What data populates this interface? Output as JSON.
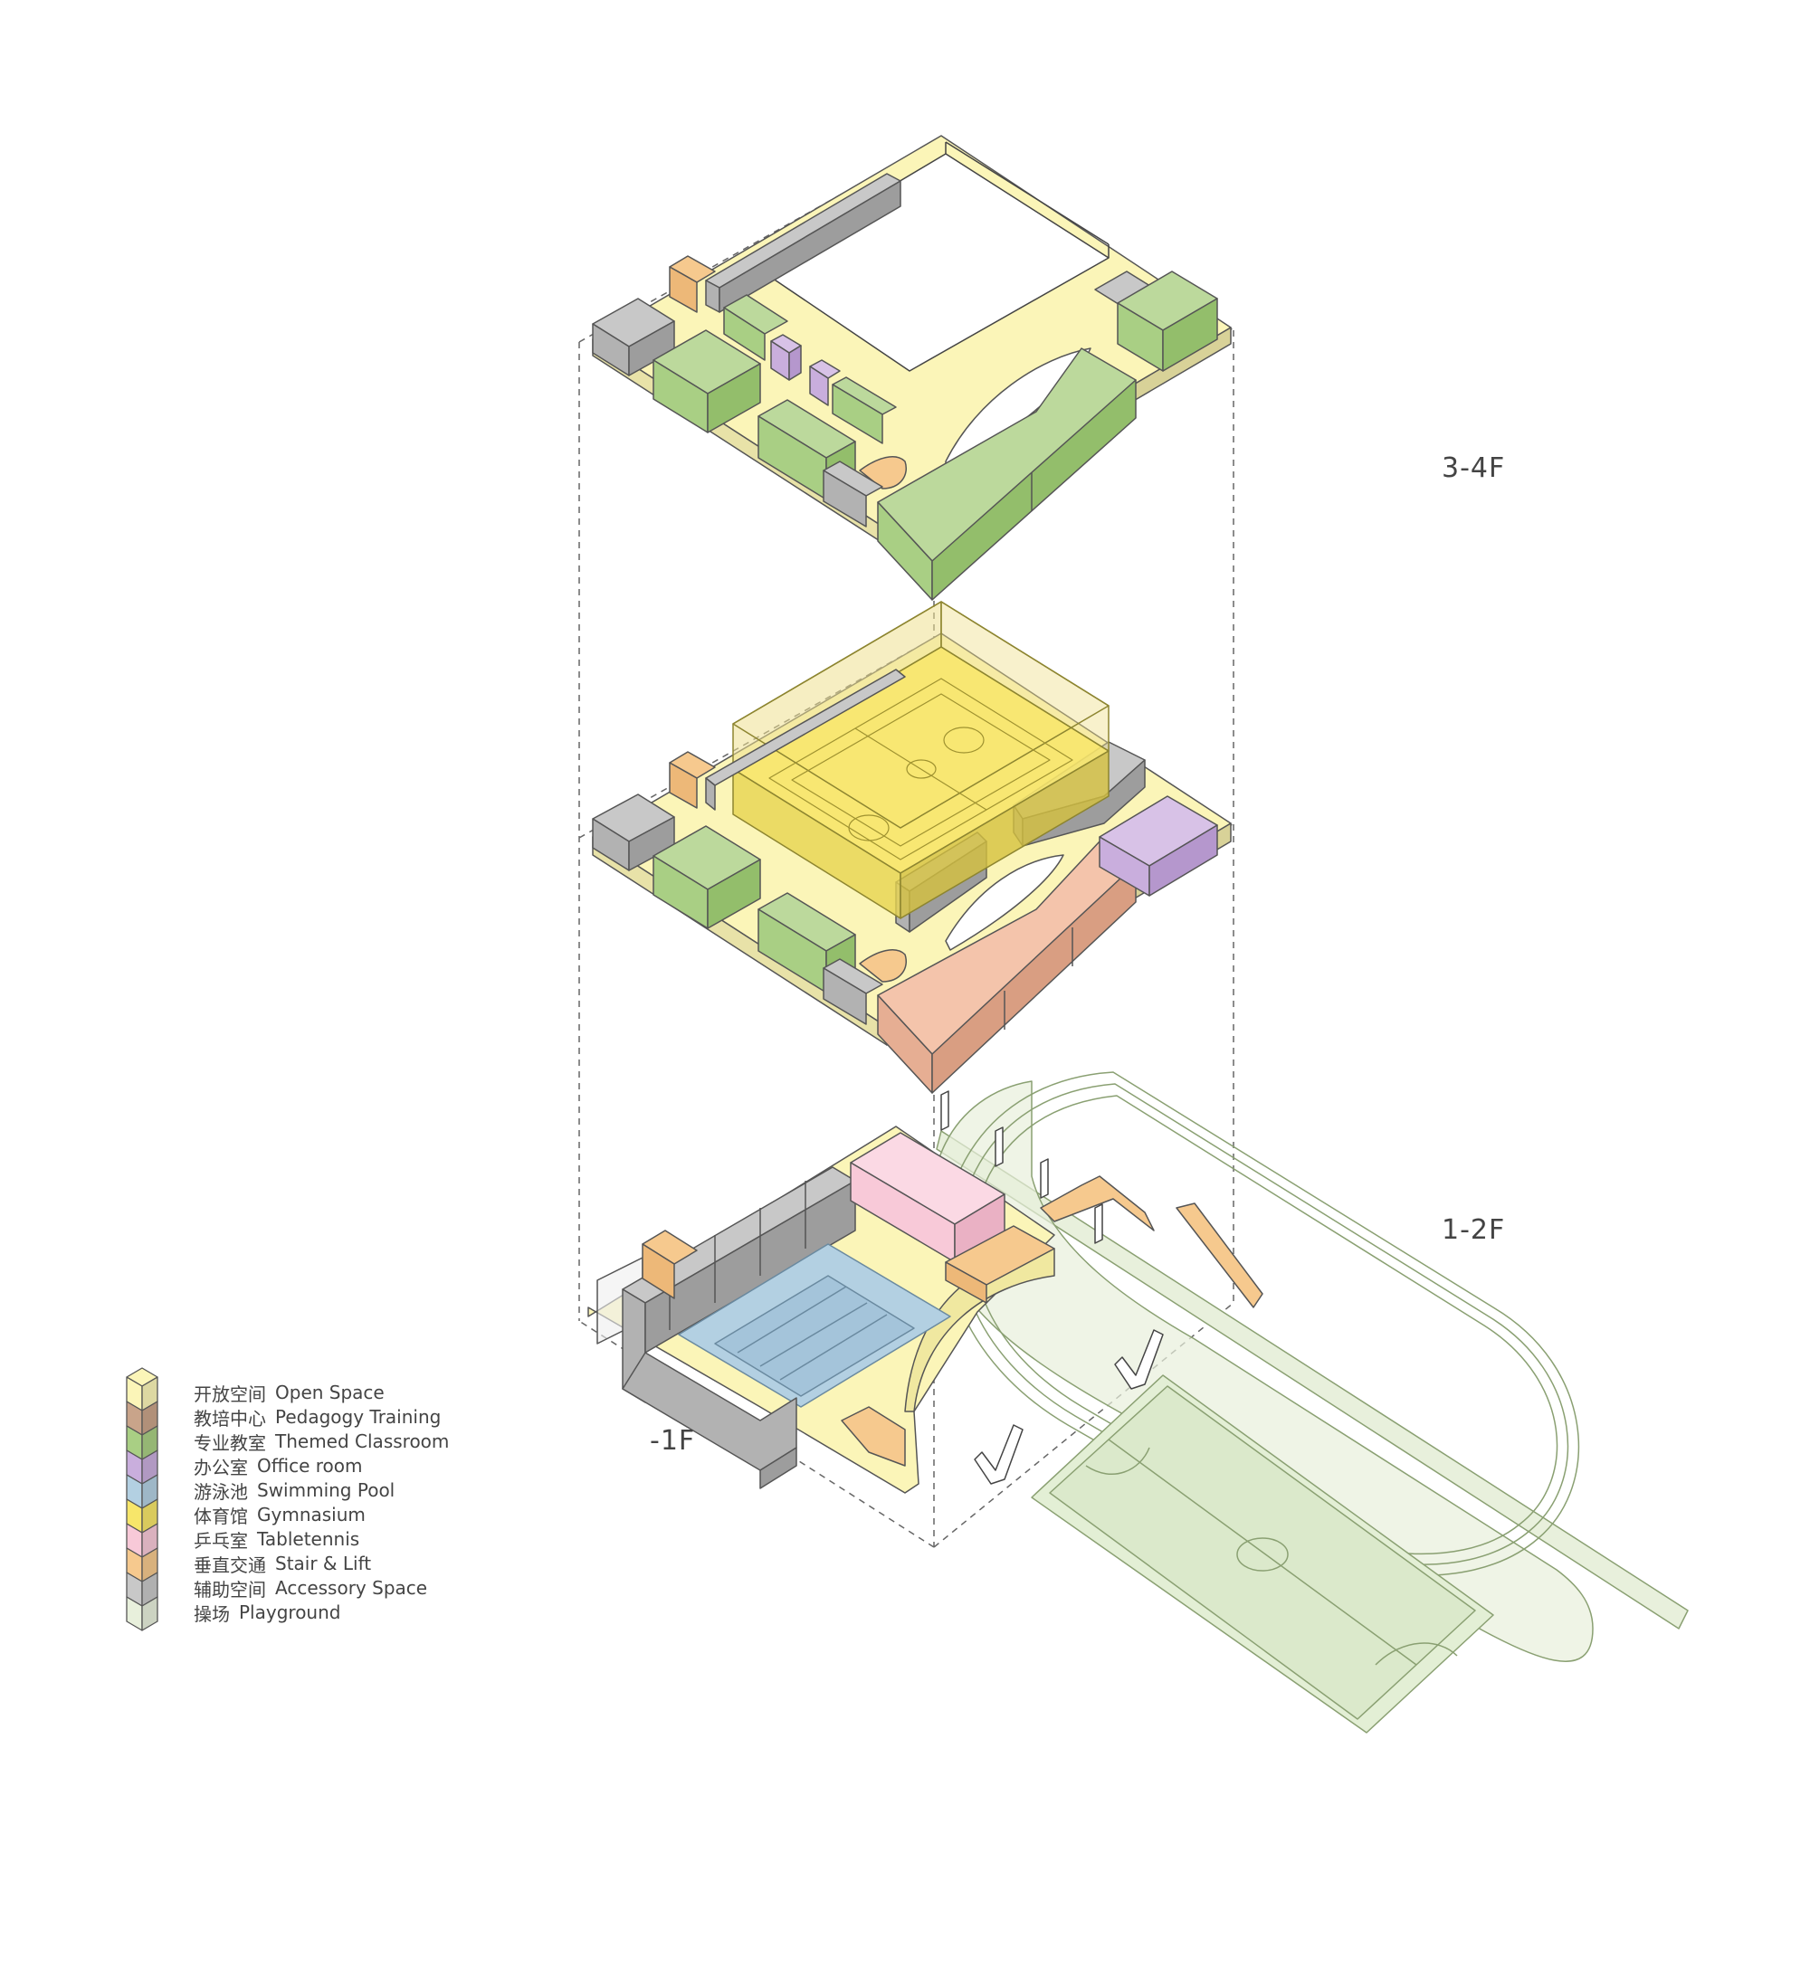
{
  "floors": {
    "top_label": "3-4F",
    "middle_label": "1-2F",
    "basement_label": "-1F"
  },
  "legend": [
    {
      "zh": "开放空间",
      "en": "Open Space",
      "color": "#fbf5b8"
    },
    {
      "zh": "教培中心",
      "en": "Pedagogy Training",
      "color": "#c9a48a"
    },
    {
      "zh": "专业教室",
      "en": "Themed Classroom",
      "color": "#a9cf84"
    },
    {
      "zh": "办公室",
      "en": "Office room",
      "color": "#c9aedd"
    },
    {
      "zh": "游泳池",
      "en": "Swimming Pool",
      "color": "#b3d0e2"
    },
    {
      "zh": "体育馆",
      "en": "Gymnasium",
      "color": "#f7e66a"
    },
    {
      "zh": "乒乓室",
      "en": "Tabletennis",
      "color": "#f8c9d8"
    },
    {
      "zh": "垂直交通",
      "en": "Stair & Lift",
      "color": "#f6c98e"
    },
    {
      "zh": "辅助空间",
      "en": "Accessory Space",
      "color": "#c8c8c8"
    },
    {
      "zh": "操场",
      "en": "Playground",
      "color": "#e8f0dc"
    }
  ],
  "colors": {
    "open_space": "#fbf5b8",
    "classroom": "#a9cf84",
    "classroom_light": "#bcd99c",
    "office": "#c9aedd",
    "pool": "#b3d0e2",
    "gym": "#f7e66a",
    "table_tennis": "#f8c9d8",
    "stair": "#f6c98e",
    "accessory": "#c8c8c8",
    "playground": "#e8f0dc",
    "pedagogy": "#f4c4ab",
    "line": "#555555"
  }
}
